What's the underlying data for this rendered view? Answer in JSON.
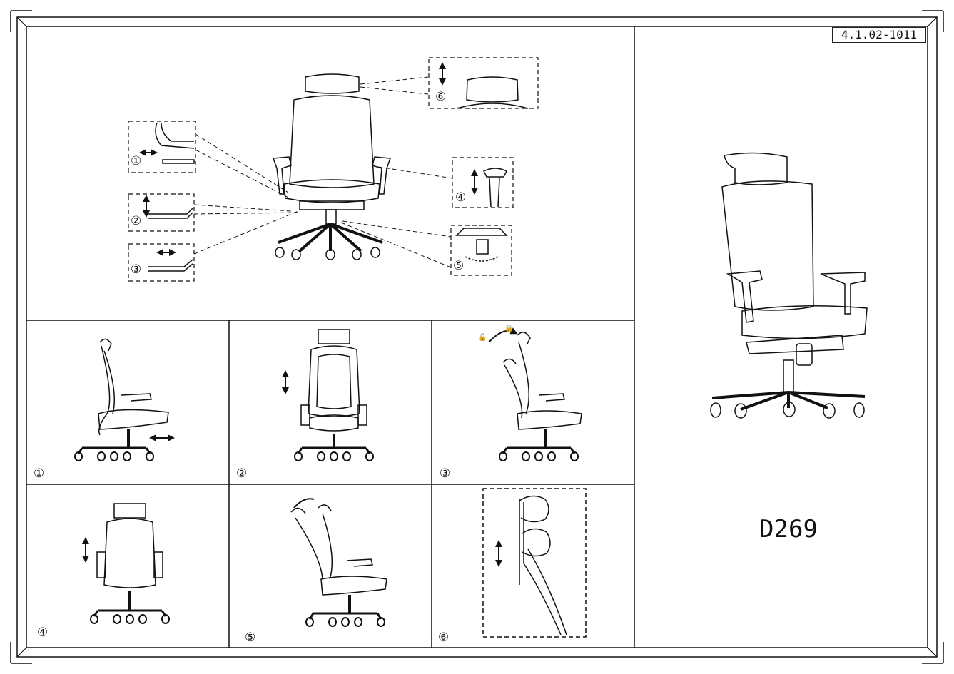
{
  "document": {
    "code": "4.1.02-1011",
    "model": "D269"
  },
  "callouts": {
    "c1": "①",
    "c2": "②",
    "c3": "③",
    "c4": "④",
    "c5": "⑤",
    "c6": "⑥"
  },
  "panels": [
    {
      "label": "①"
    },
    {
      "label": "②"
    },
    {
      "label": "③"
    },
    {
      "label": "④"
    },
    {
      "label": "⑤"
    },
    {
      "label": "⑥"
    }
  ],
  "lock_icons": {
    "unlocked": "🔓",
    "locked": "🔒"
  }
}
